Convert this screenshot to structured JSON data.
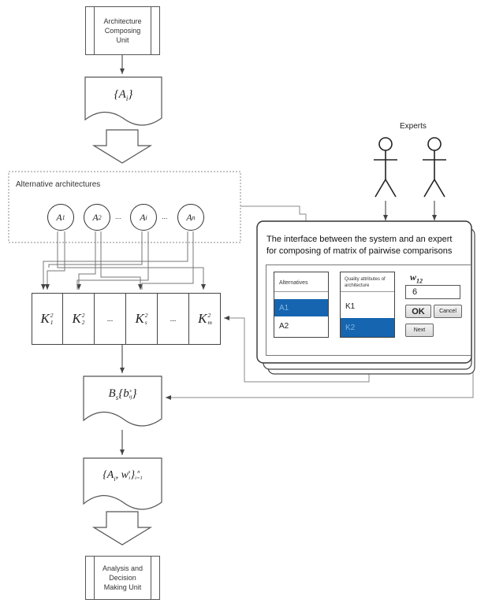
{
  "top_unit": {
    "line1": "Architecture",
    "line2": "Composing",
    "line3": "Unit"
  },
  "bottom_unit": {
    "line1": "Analysis and",
    "line2": "Decision",
    "line3": "Making Unit"
  },
  "doc_set": "{A",
  "doc_set_sub": "i",
  "doc_set_close": "}",
  "doc_b": "B",
  "doc_b_sub": "s",
  "doc_b_open": "{b",
  "doc_b_sub2": "ij",
  "doc_b_sup": "s",
  "doc_b_close": "}",
  "doc_result": "{A",
  "doc_result_sub": "i",
  "doc_result_mid": ", w",
  "doc_result_sub2": "i",
  "doc_result_sup": "s",
  "doc_result_close": "}",
  "doc_result_sup2": "n",
  "doc_result_sub3": "i=1",
  "experts_label": "Experts",
  "alternatives_group": {
    "title": "Alternative architectures",
    "circles": [
      {
        "base": "A",
        "sub": "1"
      },
      {
        "base": "A",
        "sub": "2"
      },
      {
        "base": "A",
        "sub": "i"
      },
      {
        "base": "A",
        "sub": "n"
      }
    ],
    "ellipsis": "..."
  },
  "criteria_row": [
    {
      "base": "K",
      "sub": "1",
      "sup": "2"
    },
    {
      "base": "K",
      "sub": "2",
      "sup": "2"
    },
    {
      "base": "...",
      "sub": "",
      "sup": ""
    },
    {
      "base": "K",
      "sub": "s",
      "sup": "2"
    },
    {
      "base": "...",
      "sub": "",
      "sup": ""
    },
    {
      "base": "K",
      "sub": "m",
      "sup": "2"
    }
  ],
  "interface": {
    "title_line1": "The interface between the system and an expert",
    "title_line2": "for composing of matrix of pairwise comparisons",
    "alternatives_header": "Alternatives",
    "alternatives": [
      "A1",
      "A2"
    ],
    "quality_header_line1": "Quality attributes of",
    "quality_header_line2": "architecture",
    "quality_items": [
      "K1",
      "K2"
    ],
    "weight_label": "w",
    "weight_sub": "12",
    "weight_value": "6",
    "ok_label": "OK",
    "cancel_label": "Cancel",
    "next_label": "Next"
  },
  "colors": {
    "selection": "#1565b0",
    "line": "#555555",
    "dotted": "#888888"
  }
}
